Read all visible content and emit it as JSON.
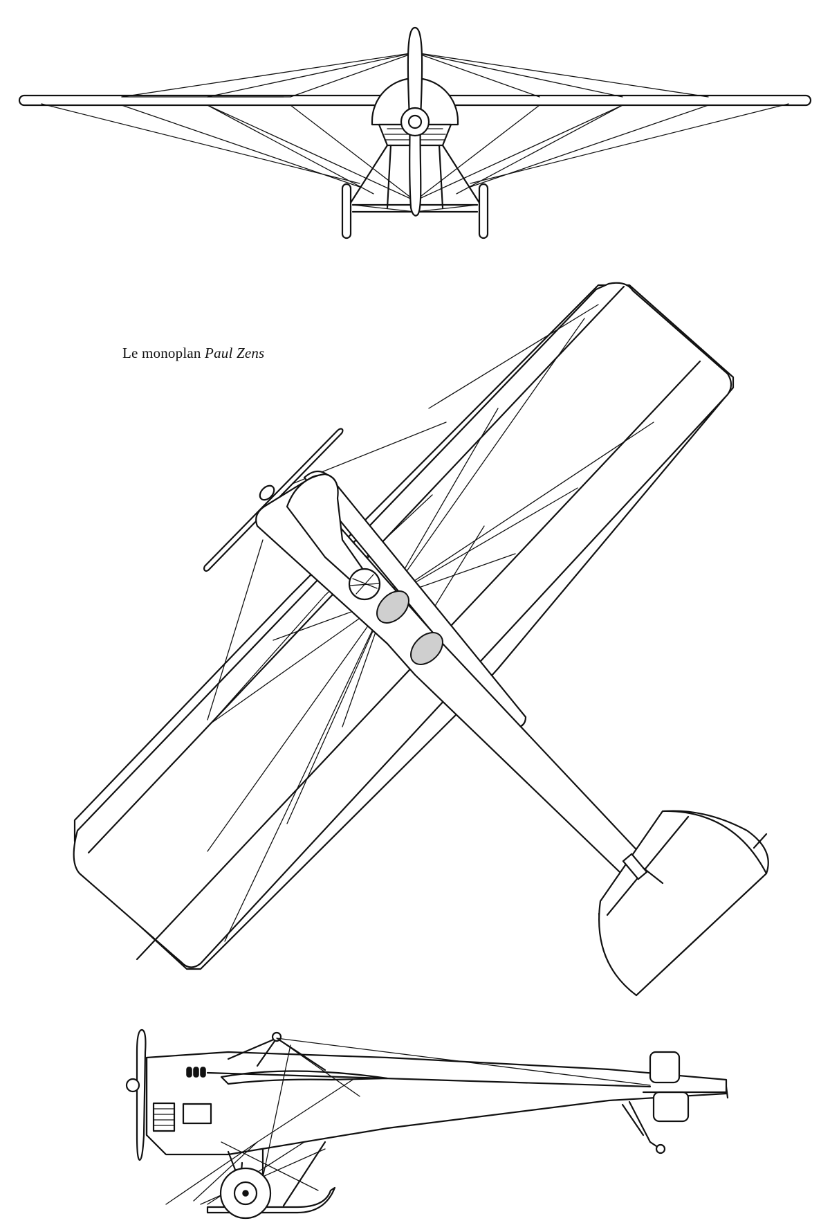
{
  "caption": {
    "prefix": "Le monoplan",
    "name": "Paul Zens"
  },
  "views": [
    {
      "id": "front-view"
    },
    {
      "id": "plan-view"
    },
    {
      "id": "side-view"
    }
  ]
}
